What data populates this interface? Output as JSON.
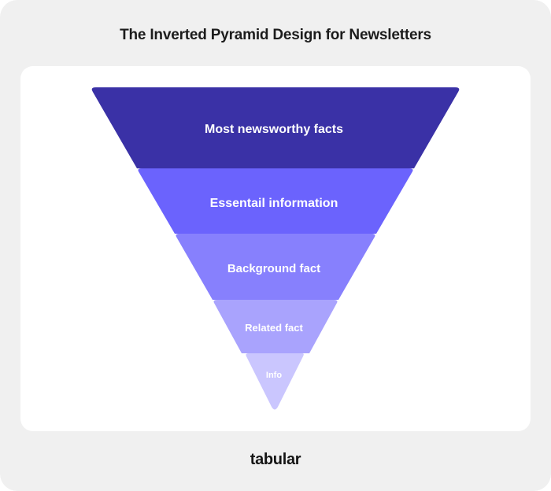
{
  "title": "The Inverted Pyramid Design for Newsletters",
  "brand": "tabular",
  "pyramid": {
    "layers": [
      {
        "label": "Most newsworthy facts",
        "color": "#3a31a6"
      },
      {
        "label": "Essentail information",
        "color": "#6b63fd"
      },
      {
        "label": "Background fact",
        "color": "#8780fd"
      },
      {
        "label": "Related fact",
        "color": "#a9a3fd"
      },
      {
        "label": "Info",
        "color": "#cac6fe"
      }
    ]
  }
}
